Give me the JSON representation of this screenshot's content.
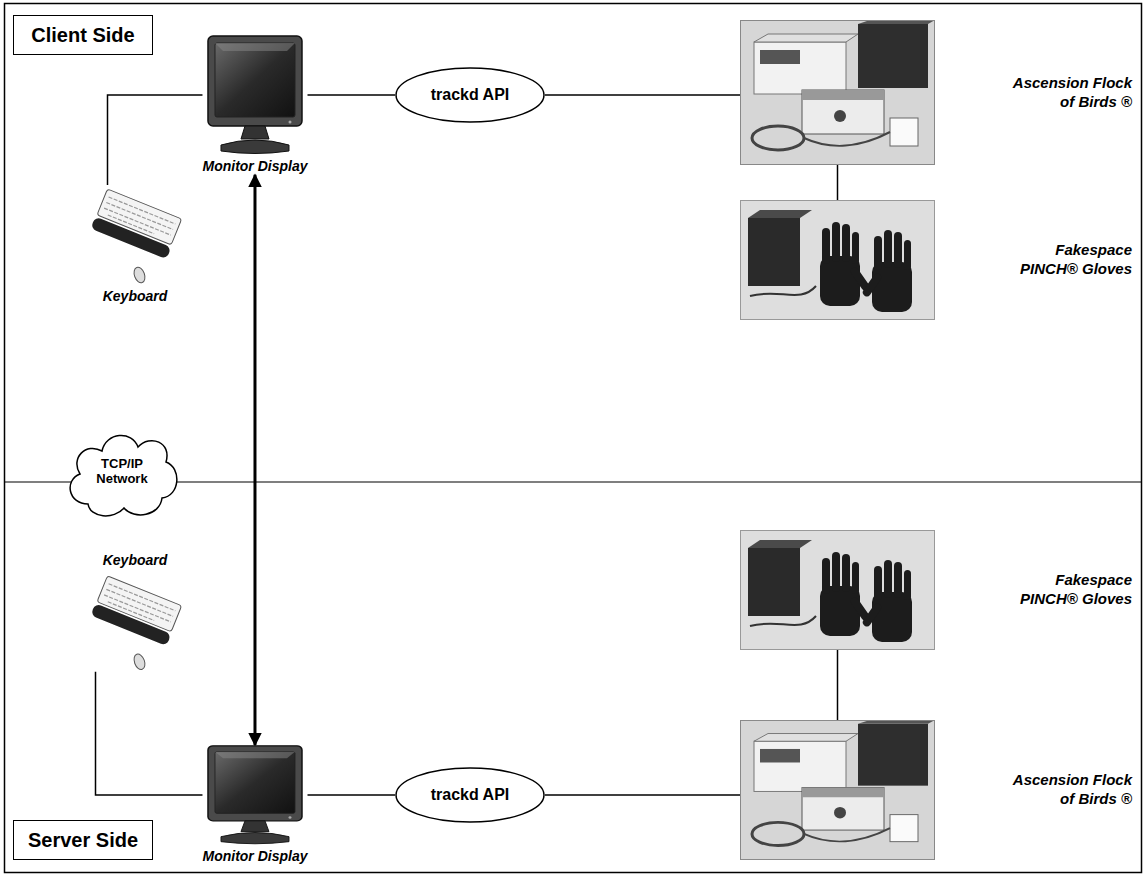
{
  "diagram": {
    "nodes": [
      {
        "text": [
          "Client Side"
        ]
      },
      {
        "text": [
          "Monitor Display"
        ]
      },
      {
        "text": [
          "trackd API"
        ]
      },
      {
        "text": [
          "Ascension Flock of Birds ®"
        ]
      },
      {
        "text": [
          "Keyboard"
        ]
      },
      {
        "text": [
          "Fakespace PINCH® Gloves"
        ]
      },
      {
        "text": [
          "TCP/IP Network"
        ]
      },
      {
        "text": [
          "Keyboard"
        ]
      },
      {
        "text": [
          "Fakespace PINCH® Gloves"
        ]
      },
      {
        "text": [
          "Monitor Display"
        ]
      },
      {
        "text": [
          "trackd API"
        ]
      },
      {
        "text": [
          "Ascension Flock of Birds ®"
        ]
      },
      {
        "text": [
          "Server Side"
        ]
      }
    ],
    "edges": [
      {
        "from": 4,
        "to": 1,
        "arrow": "none"
      },
      {
        "from": 1,
        "to": 2,
        "arrow": "none"
      },
      {
        "from": 2,
        "to": 3,
        "arrow": "none"
      },
      {
        "from": 3,
        "to": 5,
        "arrow": "none"
      },
      {
        "from": 1,
        "to": 9,
        "arrow": "both"
      },
      {
        "from": 7,
        "to": 9,
        "arrow": "none"
      },
      {
        "from": 9,
        "to": 10,
        "arrow": "none"
      },
      {
        "from": 10,
        "to": 11,
        "arrow": "none"
      },
      {
        "from": 8,
        "to": 11,
        "arrow": "none"
      }
    ]
  }
}
